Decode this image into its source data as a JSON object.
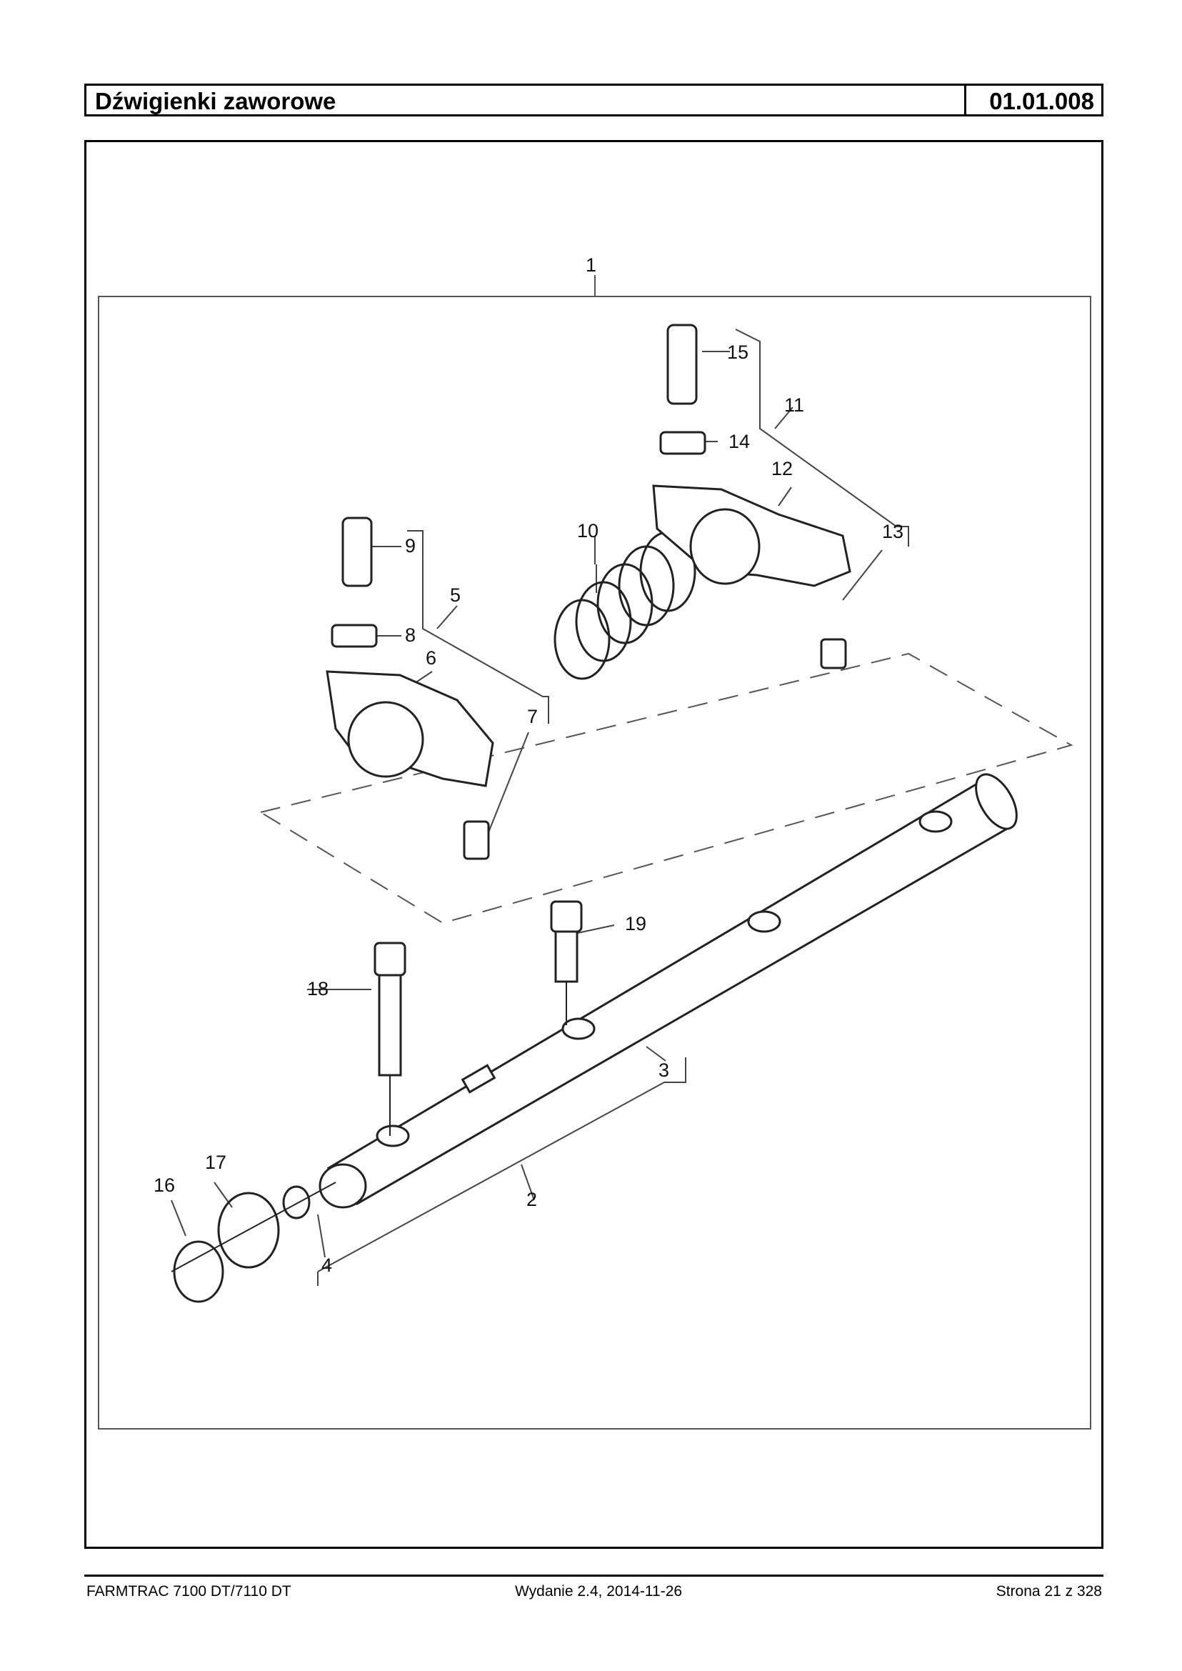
{
  "header": {
    "title": "Dźwigienki zaworowe",
    "code": "01.01.008"
  },
  "callouts": [
    "1",
    "2",
    "3",
    "4",
    "5",
    "6",
    "7",
    "8",
    "9",
    "10",
    "11",
    "12",
    "13",
    "14",
    "15",
    "16",
    "17",
    "18",
    "19"
  ],
  "footer": {
    "left": "FARMTRAC 7100 DT/7110 DT",
    "center": "Wydanie 2.4,  2014-11-26",
    "right": "Strona 21 z 328"
  }
}
